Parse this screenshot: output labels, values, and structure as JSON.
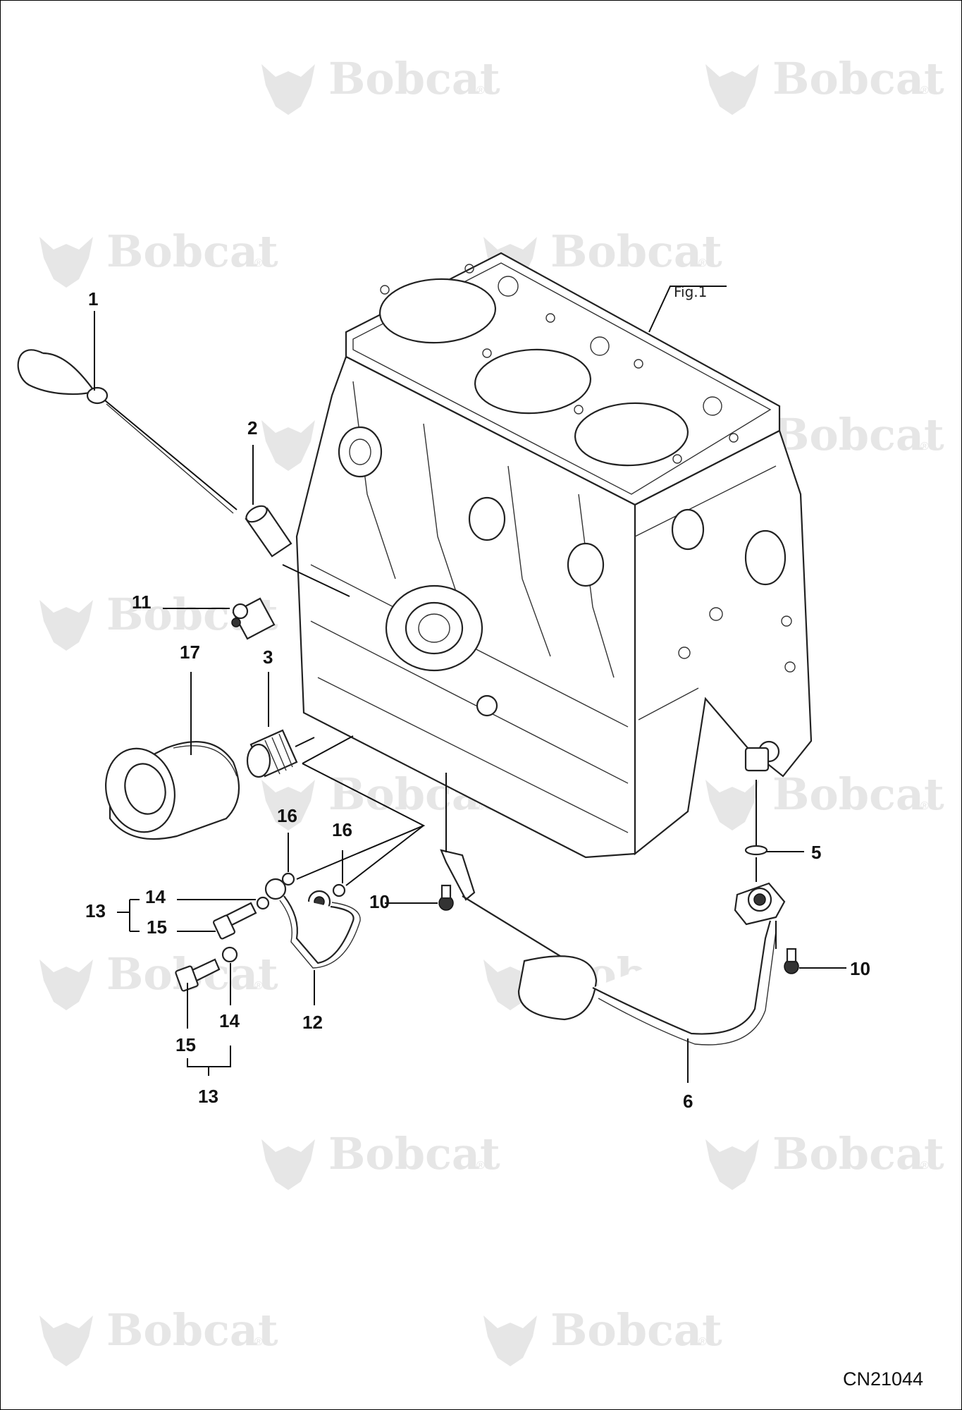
{
  "watermark": {
    "text": "Bobcat",
    "registered": "®"
  },
  "figure_ref": "Fig.1",
  "drawing_code": "CN21044",
  "callouts": {
    "c1": "1",
    "c2": "2",
    "c3": "3",
    "c5": "5",
    "c6": "6",
    "c10a": "10",
    "c10b": "10",
    "c11": "11",
    "c12": "12",
    "c13a": "13",
    "c13b": "13",
    "c14a": "14",
    "c14b": "14",
    "c15a": "15",
    "c15b": "15",
    "c16a": "16",
    "c16b": "16",
    "c17": "17"
  }
}
